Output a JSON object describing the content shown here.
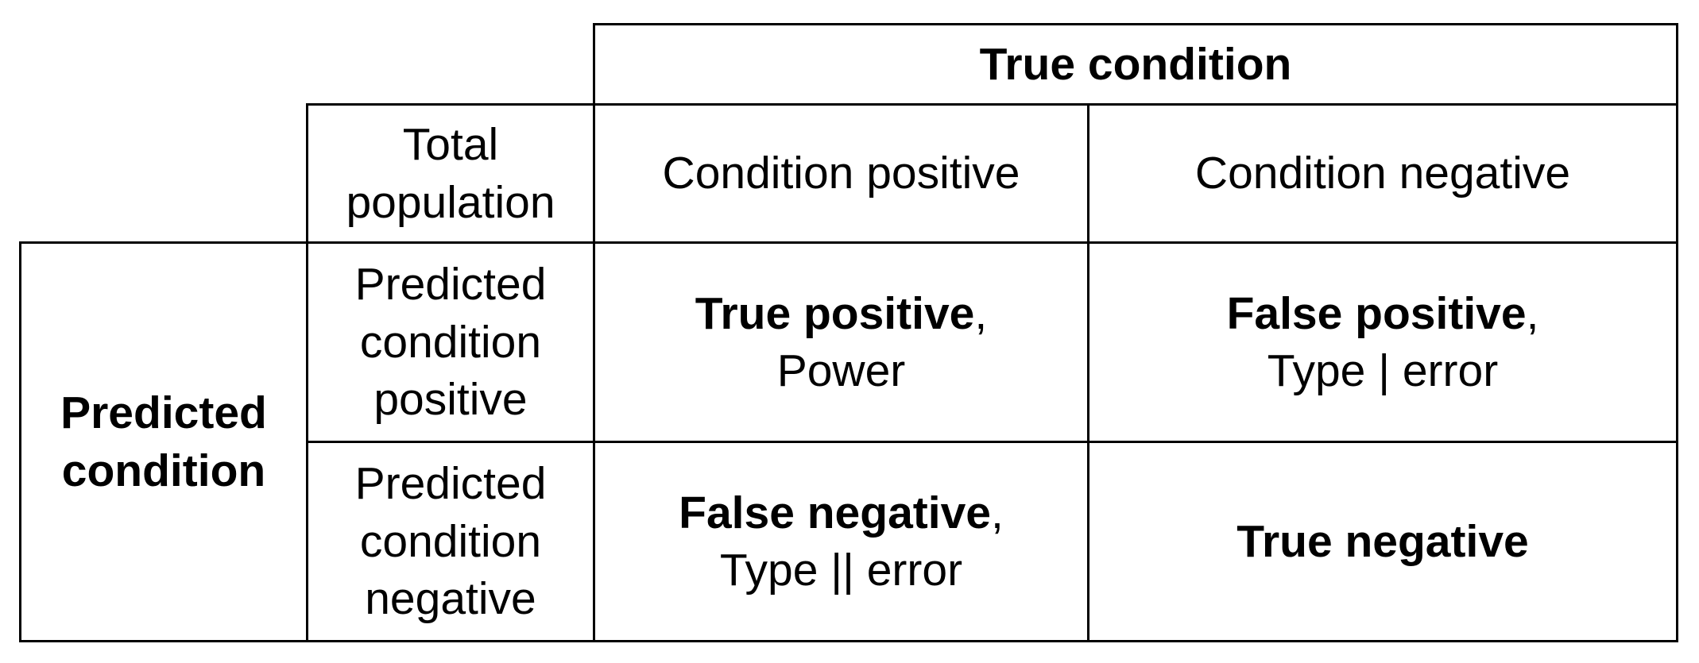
{
  "header": {
    "true_condition": "True condition",
    "total_population_line1": "Total",
    "total_population_line2": "population",
    "condition_positive": "Condition positive",
    "condition_negative": "Condition negative"
  },
  "side": {
    "predicted_condition_line1": "Predicted",
    "predicted_condition_line2": "condition",
    "pred_pos_line1": "Predicted",
    "pred_pos_line2": "condition",
    "pred_pos_line3": "positive",
    "pred_neg_line1": "Predicted",
    "pred_neg_line2": "condition",
    "pred_neg_line3": "negative"
  },
  "cells": {
    "tp_bold": "True positive",
    "tp_comma": ",",
    "tp_line2": "Power",
    "fp_bold": "False positive",
    "fp_comma": ",",
    "fp_line2": "Type | error",
    "fn_bold": "False negative",
    "fn_comma": ",",
    "fn_line2": "Type || error",
    "tn_bold": "True negative"
  }
}
